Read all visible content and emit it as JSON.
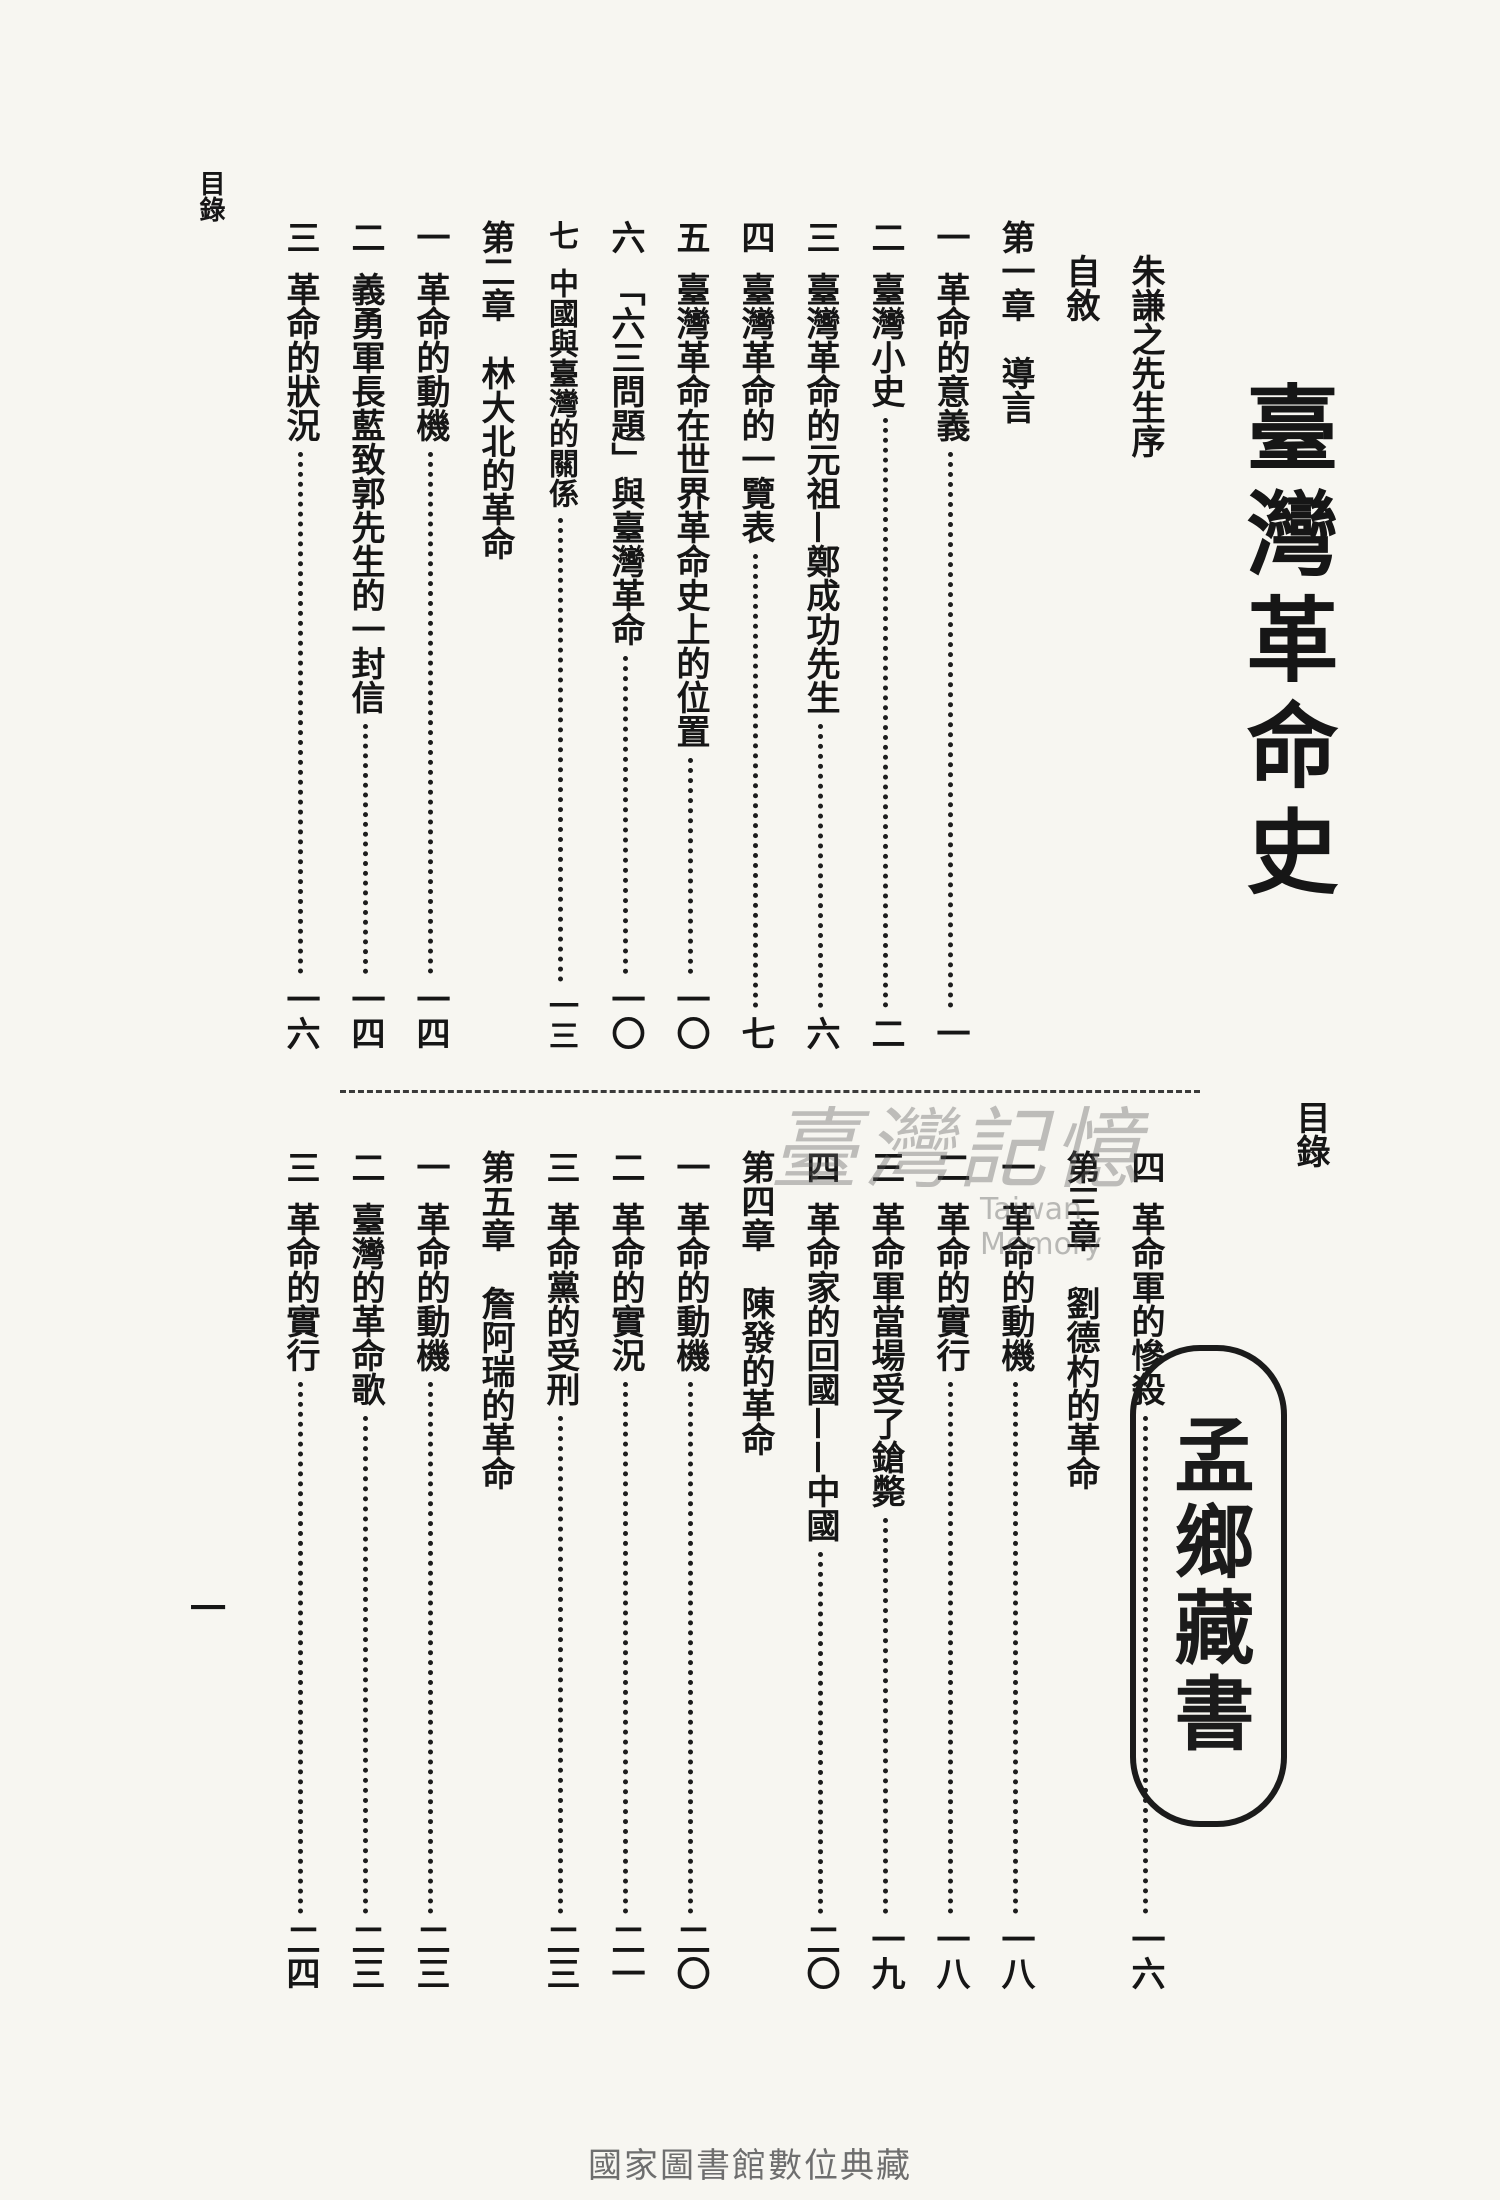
{
  "book_title": "臺灣革命史",
  "toc_label": "目錄",
  "running_head": "目錄",
  "folio": "一",
  "top_entries": [
    {
      "num": "",
      "title": "朱謙之先生序",
      "page": "",
      "dots": false,
      "heading": true
    },
    {
      "num": "",
      "title": "自敘",
      "page": "",
      "dots": false,
      "heading": true
    },
    {
      "num": "第一章",
      "title": "導言",
      "page": "",
      "dots": false,
      "heading": true
    },
    {
      "num": "一",
      "title": "革命的意義",
      "page": "一",
      "dots": true
    },
    {
      "num": "二",
      "title": "臺灣小史",
      "page": "二",
      "dots": true
    },
    {
      "num": "三",
      "title": "臺灣革命的元祖—鄭成功先生",
      "page": "六",
      "dots": true
    },
    {
      "num": "四",
      "title": "臺灣革命的一覽表",
      "page": "七",
      "dots": true
    },
    {
      "num": "五",
      "title": "臺灣革命在世界革命史上的位置",
      "page": "一〇",
      "dots": true
    },
    {
      "num": "六",
      "title": "「六三問題」與臺灣革命",
      "page": "一〇",
      "dots": true
    },
    {
      "num": "七",
      "title": "中國與臺灣的關係",
      "page": "一三",
      "dots": true,
      "small": true
    },
    {
      "num": "第二章",
      "title": "林大北的革命",
      "page": "",
      "dots": false,
      "heading": true
    },
    {
      "num": "一",
      "title": "革命的動機",
      "page": "一四",
      "dots": true
    },
    {
      "num": "二",
      "title": "義勇軍長藍致郭先生的一封信",
      "page": "一四",
      "dots": true
    },
    {
      "num": "三",
      "title": "革命的狀況",
      "page": "一六",
      "dots": true
    }
  ],
  "bottom_entries": [
    {
      "num": "四",
      "title": "革命軍的慘殺",
      "page": "一六",
      "dots": true
    },
    {
      "num": "第三章",
      "title": "劉德杓的革命",
      "page": "",
      "dots": false,
      "heading": true
    },
    {
      "num": "一",
      "title": "革命的動機",
      "page": "一八",
      "dots": true
    },
    {
      "num": "二",
      "title": "革命的實行",
      "page": "一八",
      "dots": true
    },
    {
      "num": "三",
      "title": "革命軍當場受了鎗斃",
      "page": "一九",
      "dots": true
    },
    {
      "num": "四",
      "title": "革命家的回國——中國",
      "page": "二〇",
      "dots": true
    },
    {
      "num": "第四章",
      "title": "陳發的革命",
      "page": "",
      "dots": false,
      "heading": true
    },
    {
      "num": "一",
      "title": "革命的動機",
      "page": "二〇",
      "dots": true
    },
    {
      "num": "二",
      "title": "革命的實況",
      "page": "二一",
      "dots": true
    },
    {
      "num": "三",
      "title": "革命黨的受刑",
      "page": "二三",
      "dots": true
    },
    {
      "num": "第五章",
      "title": "詹阿瑞的革命",
      "page": "",
      "dots": false,
      "heading": true
    },
    {
      "num": "一",
      "title": "革命的動機",
      "page": "二三",
      "dots": true
    },
    {
      "num": "二",
      "title": "臺灣的革命歌",
      "page": "二三",
      "dots": true
    },
    {
      "num": "三",
      "title": "革命的實行",
      "page": "二四",
      "dots": true
    }
  ],
  "seal_text": "孟鄉藏書",
  "watermark": {
    "cn": "臺灣記憶",
    "en": "Taiwan Memory"
  },
  "footer": "國家圖書館數位典藏"
}
